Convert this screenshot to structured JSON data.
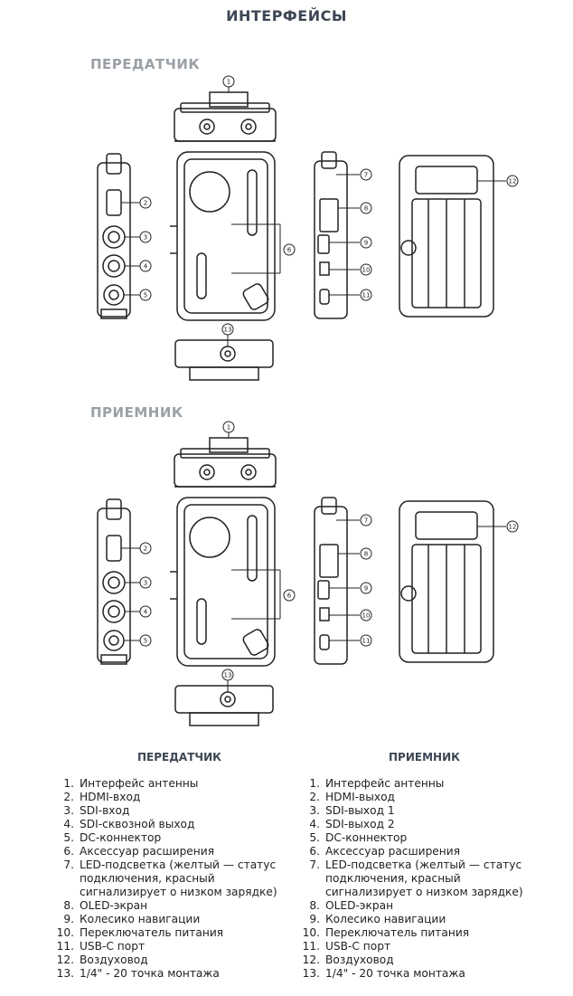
{
  "page_title": "ИНТЕРФЕЙСЫ",
  "sections": [
    {
      "label": "ПЕРЕДАТЧИК"
    },
    {
      "label": "ПРИЕМНИК"
    }
  ],
  "callouts": [
    "1",
    "2",
    "3",
    "4",
    "5",
    "6",
    "7",
    "8",
    "9",
    "10",
    "11",
    "12",
    "13"
  ],
  "transmitter_list": {
    "heading": "ПЕРЕДАТЧИК",
    "items": [
      {
        "num": "1.",
        "text": "Интерфейс антенны"
      },
      {
        "num": "2.",
        "text": "HDMI-вход"
      },
      {
        "num": "3.",
        "text": "SDI-вход"
      },
      {
        "num": "4.",
        "text": "SDI-сквозной выход"
      },
      {
        "num": "5.",
        "text": "DC-коннектор"
      },
      {
        "num": "6.",
        "text": "Аксессуар расширения"
      },
      {
        "num": "7.",
        "text": "LED-подсветка (желтый — статус\nподключения, красный\nсигнализирует о низком зарядке)"
      },
      {
        "num": "8.",
        "text": "OLED-экран"
      },
      {
        "num": "9.",
        "text": "Колесико навигации"
      },
      {
        "num": "10.",
        "text": "Переключатель питания"
      },
      {
        "num": "11.",
        "text": "USB-C порт"
      },
      {
        "num": "12.",
        "text": "Воздуховод"
      },
      {
        "num": "13.",
        "text": "1/4\" - 20 точка монтажа"
      }
    ]
  },
  "receiver_list": {
    "heading": "ПРИЕМНИК",
    "items": [
      {
        "num": "1.",
        "text": "Интерфейс антенны"
      },
      {
        "num": "2.",
        "text": "HDMI-выход"
      },
      {
        "num": "3.",
        "text": "SDI-выход 1"
      },
      {
        "num": "4.",
        "text": "SDI-выход 2"
      },
      {
        "num": "5.",
        "text": "DC-коннектор"
      },
      {
        "num": "6.",
        "text": "Аксессуар расширения"
      },
      {
        "num": "7.",
        "text": "LED-подсветка (желтый — статус\nподключения, красный\nсигнализирует о низком зарядке)"
      },
      {
        "num": "8.",
        "text": "OLED-экран"
      },
      {
        "num": "9.",
        "text": "Колесико навигации"
      },
      {
        "num": "10.",
        "text": "Переключатель питания"
      },
      {
        "num": "11.",
        "text": "USB-C порт"
      },
      {
        "num": "12.",
        "text": "Воздуховод"
      },
      {
        "num": "13.",
        "text": "1/4\" - 20 точка монтажа"
      }
    ]
  }
}
